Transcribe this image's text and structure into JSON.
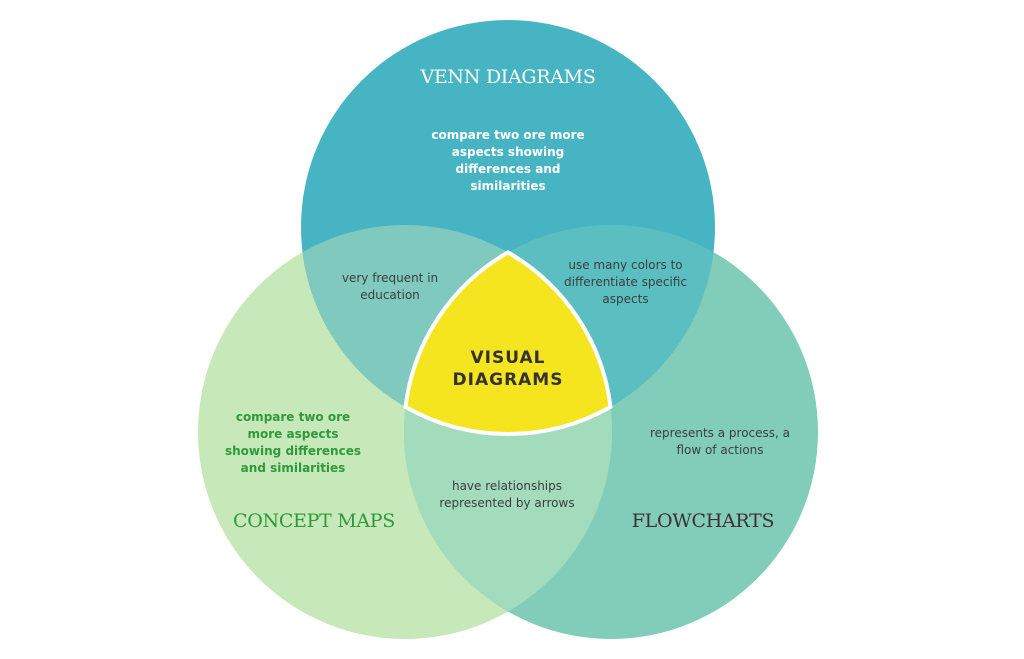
{
  "diagram": {
    "type": "three-set venn diagram",
    "center": {
      "title": "VISUAL DIAGRAMS",
      "lines": [
        "VISUAL",
        "DIAGRAMS"
      ],
      "color": "#f5e51e"
    },
    "sets": {
      "venn": {
        "title": "VENN DIAGRAMS",
        "description": "compare two ore more aspects showing differences and similarities",
        "color": "#47b4c4",
        "title_color": "#ffffff",
        "text_color": "#ffffff"
      },
      "concept": {
        "title": "CONCEPT MAPS",
        "description": "compare two ore more aspects showing differences and similarities",
        "color": "#c7e8b8",
        "title_color": "#2e9a3c",
        "text_color": "#2e9a3c"
      },
      "flow": {
        "title": "FLOWCHARTS",
        "description": "represents a process, a flow of actions",
        "color": "#82cdb9",
        "title_color": "#3e3030",
        "text_color": "#3d3d3d"
      }
    },
    "overlaps": {
      "venn_concept": {
        "text": "very frequent in education",
        "color": "#80c9bf"
      },
      "venn_flow": {
        "text": "use many colors to differentiate specific aspects",
        "color": "#5bbfc2"
      },
      "concept_flow": {
        "text": "have relationships represented by arrows",
        "color": "#a3dbbd"
      }
    }
  }
}
